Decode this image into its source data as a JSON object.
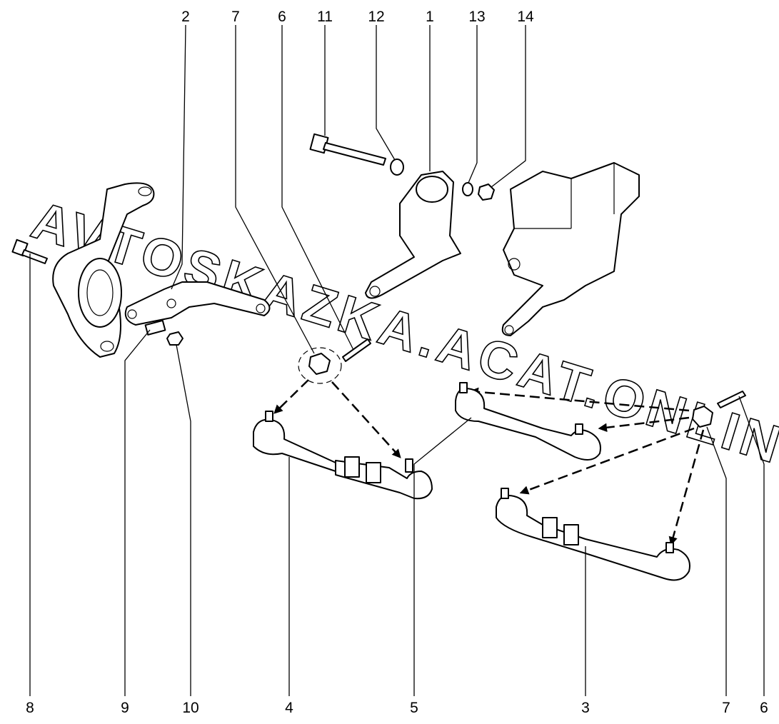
{
  "diagram": {
    "title": "Steering linkage exploded view",
    "watermark": "AVTOSKAZKA.ACAT.ONLINE",
    "callouts_top": [
      "2",
      "7",
      "6",
      "11",
      "12",
      "1",
      "13",
      "14"
    ],
    "callouts_bottom": [
      "8",
      "9",
      "10",
      "4",
      "5",
      "3",
      "7",
      "6"
    ]
  }
}
